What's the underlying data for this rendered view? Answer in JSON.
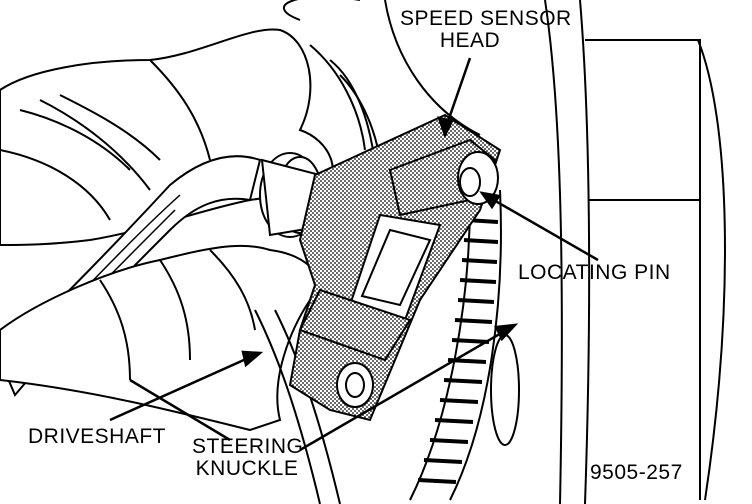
{
  "labels": {
    "speed_sensor_head_line1": "SPEED SENSOR",
    "speed_sensor_head_line2": "HEAD",
    "locating_pin": "LOCATING PIN",
    "driveshaft": "DRIVESHAFT",
    "steering_knuckle_line1": "STEERING",
    "steering_knuckle_line2": "KNUCKLE",
    "figure_number": "9505-257"
  },
  "colors": {
    "ink": "#000000",
    "paper": "#ffffff",
    "sensor_shade": "#c9c9c9"
  }
}
